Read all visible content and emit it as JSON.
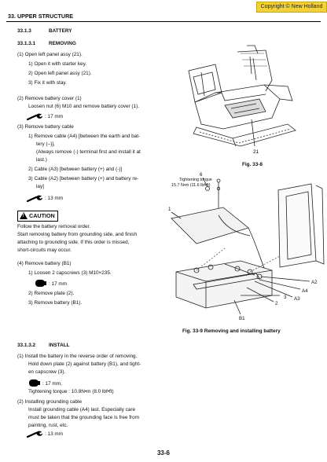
{
  "copyright": "Copyright © New Holland",
  "header": "33. UPPER STRUCTURE",
  "s1": {
    "num": "33.1.3",
    "title": "BATTERY"
  },
  "s2": {
    "num": "33.1.3.1",
    "title": "REMOVING"
  },
  "step1": "(1)  Open left panel assy (21).",
  "step1_1": "1)  Open it with starter key.",
  "step1_2": "2)  Open left panel assy (21).",
  "step1_3": "3)  Fix it with stay.",
  "step2": "(2)  Remove battery cover (1)",
  "step2_text": "Loosen nut (6) M10 and remove battery cover (1).",
  "tool1": ": 17 mm",
  "step3": "(3)  Remove battery cable",
  "step3_1a": "1)  Remove cable (A4) [between the earth and bat-",
  "step3_1b": "tery (–)],",
  "step3_1c": "(Always remove (-) terminal first and install it at",
  "step3_1d": "last.)",
  "step3_2": "2)  Cable (A3) [between battery (+) and (-)]",
  "step3_3a": "3)  Cable (A2) [between battery (+) and battery re-",
  "step3_3b": "lay]",
  "tool2": ": 13 mm",
  "caution_label": "CAUTION",
  "caution_lines": [
    "Follow the battery removal order.",
    "Start removing battery from grounding side, and finish",
    "attaching to grounding side. If this order is missed,",
    "short-circuits may occur."
  ],
  "step4": "(4)  Remove battery (B1)",
  "step4_1": "1)  Loosen 2 capscrews (3) M10×235.",
  "tool3": ": 17 mm",
  "step4_2": "2)  Remove plate (2).",
  "step4_3": "3)  Remove battery (B1).",
  "s3": {
    "num": "33.1.3.2",
    "title": "INSTALL"
  },
  "inst1a": "(1)  Install the battery in the reverse order of removing.",
  "inst1b": "Hold down plate (2) against battery (B1), and tight-",
  "inst1c": "en capscrew (3).",
  "tool4": ": 17 mm,",
  "torque": "Tightening torque : 10.8N•m (8.0 lbf•ft)",
  "inst2": "(2)  Installing grounding cable",
  "inst2a": "Install grounding cable (A4) last. Especially care",
  "inst2b": "must be taken that the grounding face is free from",
  "inst2c": "painting, rust, etc.",
  "tool5": ": 13 mm",
  "fig1": {
    "caption": "Fig. 33-8",
    "label_21": "21"
  },
  "fig2": {
    "caption": "Fig. 33-9 Removing and installing battery",
    "torque_line1": "Tightening torque",
    "torque_line2": "15.7 N•m (11.6 lbf•ft)",
    "labels": {
      "n6": "6",
      "n1": "1",
      "n3": "3",
      "n2": "2",
      "A2": "A2",
      "A4": "A4",
      "A3": "A3",
      "B1": "B1"
    }
  },
  "page_number": "33-6",
  "icons": {
    "wrench": "wrench-icon",
    "socket": "socket-wrench-icon",
    "caution": "warning-triangle-icon"
  }
}
